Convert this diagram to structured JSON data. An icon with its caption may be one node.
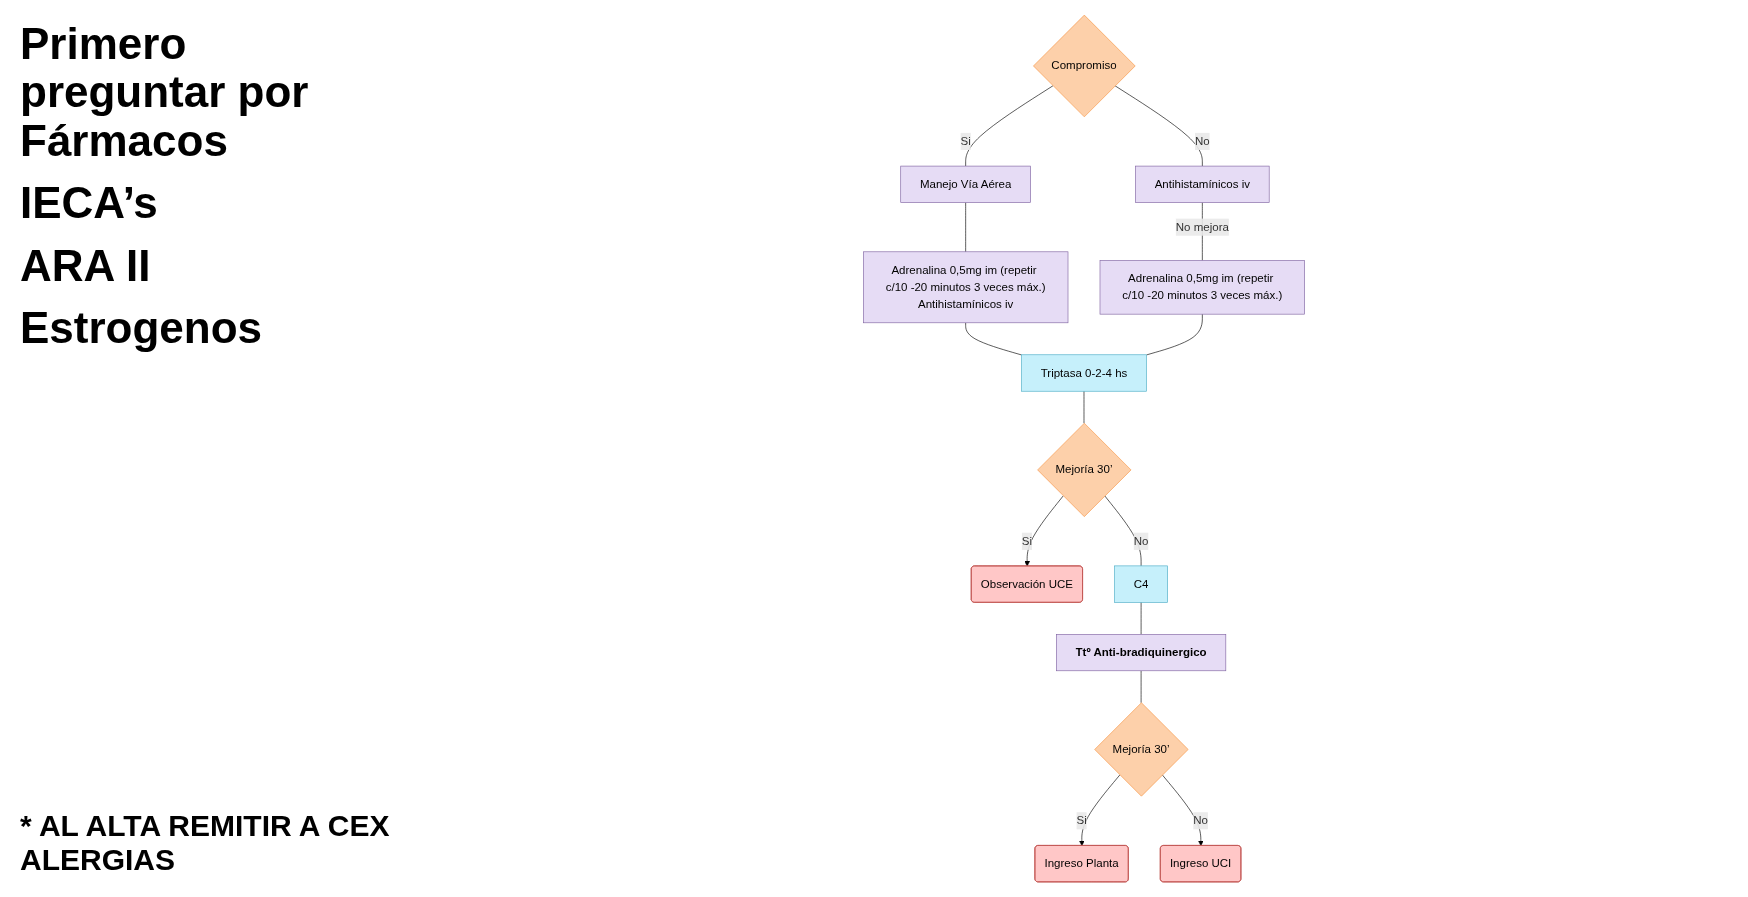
{
  "diagram": {
    "nodes": [
      {
        "text": [
          "Manejo Vía Aérea"
        ]
      },
      {
        "text": [
          "Compromiso"
        ]
      },
      {
        "text": [
          "Antihistamínicos iv"
        ]
      },
      {
        "text": [
          "Adrenalina 0,5mg im (repetir c/10 -20 minutos 3 veces máx.)",
          "Antihistamínicos iv"
        ]
      },
      {
        "text": [
          "Adrenalina 0,5mg im (repetir c/10 -20 minutos 3 veces máx.)"
        ]
      },
      {
        "text": [
          "Triptasa 0-2-4 hs"
        ]
      },
      {
        "text": [
          "Mejoría 30’"
        ]
      },
      {
        "text": [
          "Observación UCE"
        ]
      },
      {
        "text": [
          "C4"
        ]
      },
      {
        "text": [
          "Mejoría 30’"
        ]
      },
      {
        "text": [
          "Ingreso Planta"
        ]
      },
      {
        "text": [
          "Ttº Anti-bradiquinergico"
        ]
      },
      {
        "text": [
          "Ingreso UCI"
        ]
      }
    ],
    "edges": [
      {
        "from": 1,
        "to": 0,
        "arrow": "none",
        "label": "Si"
      },
      {
        "from": 1,
        "to": 2,
        "arrow": "none",
        "label": "No"
      },
      {
        "from": 0,
        "to": 3,
        "arrow": "none"
      },
      {
        "from": 2,
        "to": 4,
        "arrow": "none",
        "label": "No mejora"
      },
      {
        "from": 3,
        "to": 5,
        "arrow": "none"
      },
      {
        "from": 4,
        "to": 5,
        "arrow": "none"
      },
      {
        "from": 5,
        "to": 6,
        "arrow": "none"
      },
      {
        "from": 6,
        "to": 7,
        "arrow": "to",
        "label": "Si"
      },
      {
        "from": 6,
        "to": 8,
        "arrow": "none",
        "label": "No"
      },
      {
        "from": 8,
        "to": 11,
        "arrow": "none"
      },
      {
        "from": 11,
        "to": 9,
        "arrow": "none"
      },
      {
        "from": 9,
        "to": 10,
        "arrow": "to",
        "label": "Si"
      },
      {
        "from": 9,
        "to": 12,
        "arrow": "to",
        "label": "No"
      }
    ],
    "labels": [
      "Primero preguntar por Fármacos",
      "IECA’s",
      "ARA II",
      "Estrogenos",
      "* AL ALTA REMITIR A CEX ALERGIAS"
    ]
  }
}
